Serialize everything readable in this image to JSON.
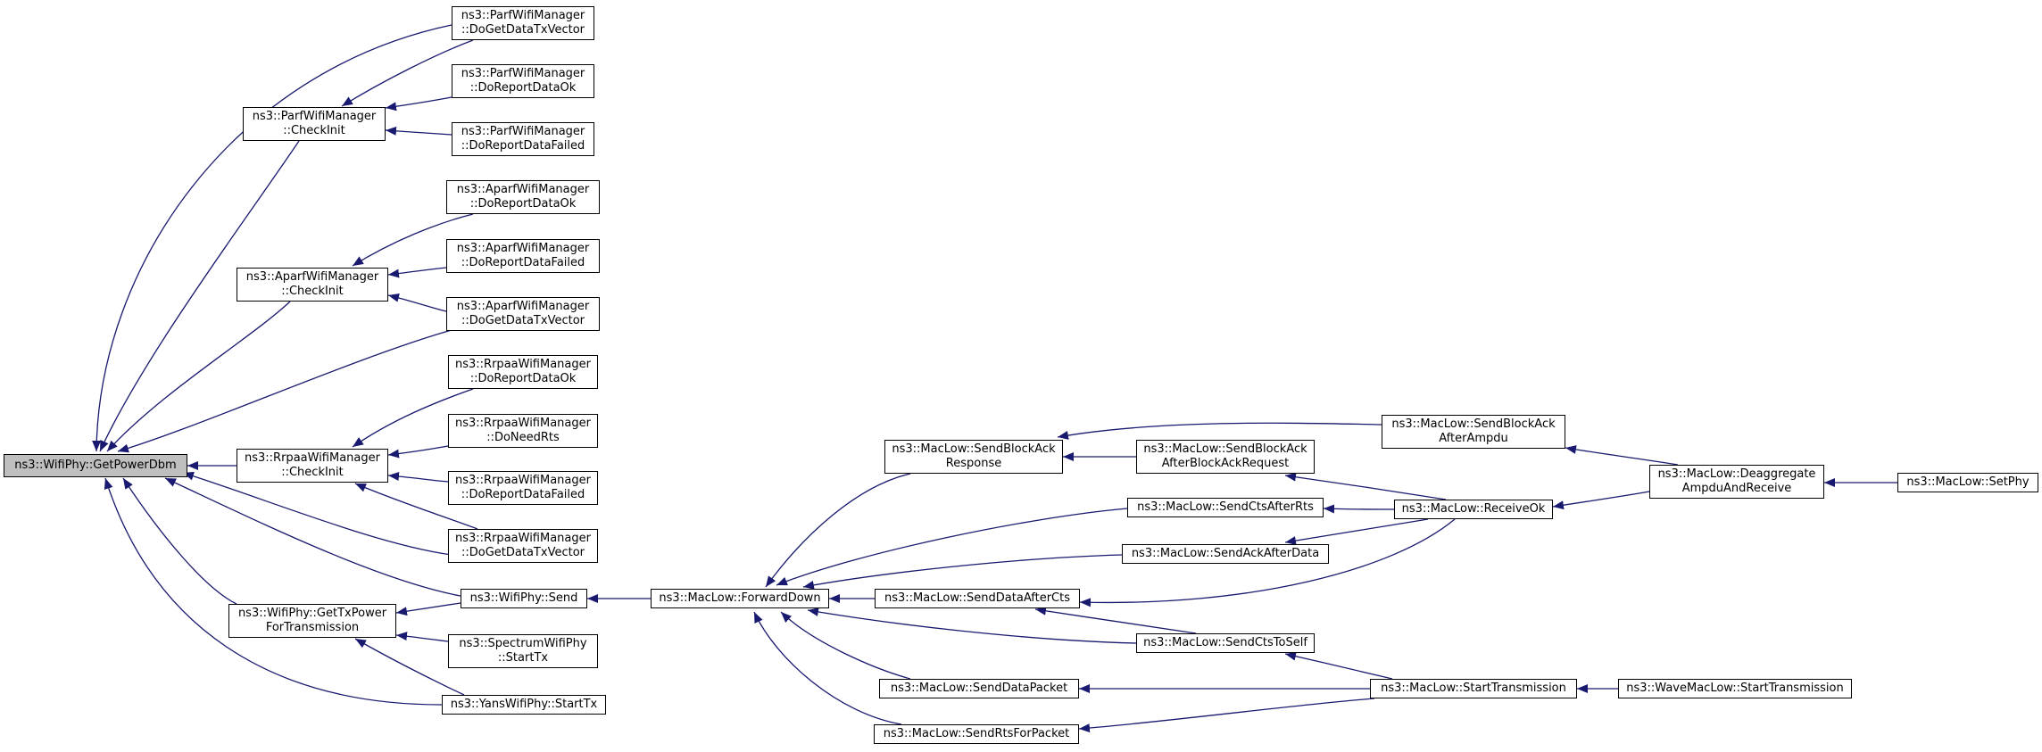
{
  "colors": {
    "edge": "#191970",
    "root_fill": "#bfbfbf",
    "node_fill": "#ffffff",
    "border": "#000000"
  },
  "nodes": {
    "getpowerdbm": {
      "lines": [
        "ns3::WifiPhy::GetPowerDbm"
      ]
    },
    "parf_txvector": {
      "lines": [
        "ns3::ParfWifiManager",
        "::DoGetDataTxVector"
      ]
    },
    "parf_reportok": {
      "lines": [
        "ns3::ParfWifiManager",
        "::DoReportDataOk"
      ]
    },
    "parf_reportfailed": {
      "lines": [
        "ns3::ParfWifiManager",
        "::DoReportDataFailed"
      ]
    },
    "parf_checkinit": {
      "lines": [
        "ns3::ParfWifiManager",
        "::CheckInit"
      ]
    },
    "aparf_reportok": {
      "lines": [
        "ns3::AparfWifiManager",
        "::DoReportDataOk"
      ]
    },
    "aparf_reportfailed": {
      "lines": [
        "ns3::AparfWifiManager",
        "::DoReportDataFailed"
      ]
    },
    "aparf_txvector": {
      "lines": [
        "ns3::AparfWifiManager",
        "::DoGetDataTxVector"
      ]
    },
    "aparf_checkinit": {
      "lines": [
        "ns3::AparfWifiManager",
        "::CheckInit"
      ]
    },
    "rrpaa_reportok": {
      "lines": [
        "ns3::RrpaaWifiManager",
        "::DoReportDataOk"
      ]
    },
    "rrpaa_needrts": {
      "lines": [
        "ns3::RrpaaWifiManager",
        "::DoNeedRts"
      ]
    },
    "rrpaa_reportfailed": {
      "lines": [
        "ns3::RrpaaWifiManager",
        "::DoReportDataFailed"
      ]
    },
    "rrpaa_txvector": {
      "lines": [
        "ns3::RrpaaWifiManager",
        "::DoGetDataTxVector"
      ]
    },
    "rrpaa_checkinit": {
      "lines": [
        "ns3::RrpaaWifiManager",
        "::CheckInit"
      ]
    },
    "gettxpower": {
      "lines": [
        "ns3::WifiPhy::GetTxPower",
        "ForTransmission"
      ]
    },
    "wifiphy_send": {
      "lines": [
        "ns3::WifiPhy::Send"
      ]
    },
    "spectrum_starttx": {
      "lines": [
        "ns3::SpectrumWifiPhy",
        "::StartTx"
      ]
    },
    "yans_starttx": {
      "lines": [
        "ns3::YansWifiPhy::StartTx"
      ]
    },
    "forwarddown": {
      "lines": [
        "ns3::MacLow::ForwardDown"
      ]
    },
    "sendblockackresponse": {
      "lines": [
        "ns3::MacLow::SendBlockAck",
        "Response"
      ]
    },
    "sendblockackafterbar": {
      "lines": [
        "ns3::MacLow::SendBlockAck",
        "AfterBlockAckRequest"
      ]
    },
    "sendctsafterrts": {
      "lines": [
        "ns3::MacLow::SendCtsAfterRts"
      ]
    },
    "sendackafterdata": {
      "lines": [
        "ns3::MacLow::SendAckAfterData"
      ]
    },
    "senddataaftercts": {
      "lines": [
        "ns3::MacLow::SendDataAfterCts"
      ]
    },
    "sendctstoself": {
      "lines": [
        "ns3::MacLow::SendCtsToSelf"
      ]
    },
    "senddatapacket": {
      "lines": [
        "ns3::MacLow::SendDataPacket"
      ]
    },
    "sendrtsforpacket": {
      "lines": [
        "ns3::MacLow::SendRtsForPacket"
      ]
    },
    "sendblockackafterampdu": {
      "lines": [
        "ns3::MacLow::SendBlockAck",
        "AfterAmpdu"
      ]
    },
    "receiveok": {
      "lines": [
        "ns3::MacLow::ReceiveOk"
      ]
    },
    "starttransmission": {
      "lines": [
        "ns3::MacLow::StartTransmission"
      ]
    },
    "deaggregate": {
      "lines": [
        "ns3::MacLow::Deaggregate",
        "AmpduAndReceive"
      ]
    },
    "setphy": {
      "lines": [
        "ns3::MacLow::SetPhy"
      ]
    },
    "wave_starttransmission": {
      "lines": [
        "ns3::WaveMacLow::StartTransmission"
      ]
    }
  }
}
